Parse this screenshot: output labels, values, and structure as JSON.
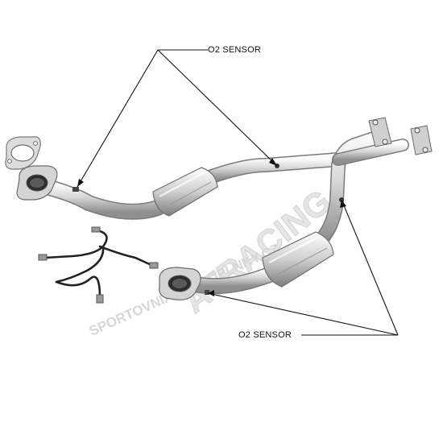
{
  "labels": {
    "o2_sensor_top": "O2 SENSOR",
    "o2_sensor_bottom": "O2 SENSOR"
  },
  "watermark": {
    "text_diagonal": "SPORTOVNIAUTODOPLNKY.CZ",
    "text_big": "ATRACING"
  },
  "colors": {
    "pipe_light": "#f1f1f1",
    "pipe_mid": "#c9c9c9",
    "pipe_dark": "#8a8a8a",
    "leader": "#111111",
    "watermark": "#d8d8d8"
  }
}
